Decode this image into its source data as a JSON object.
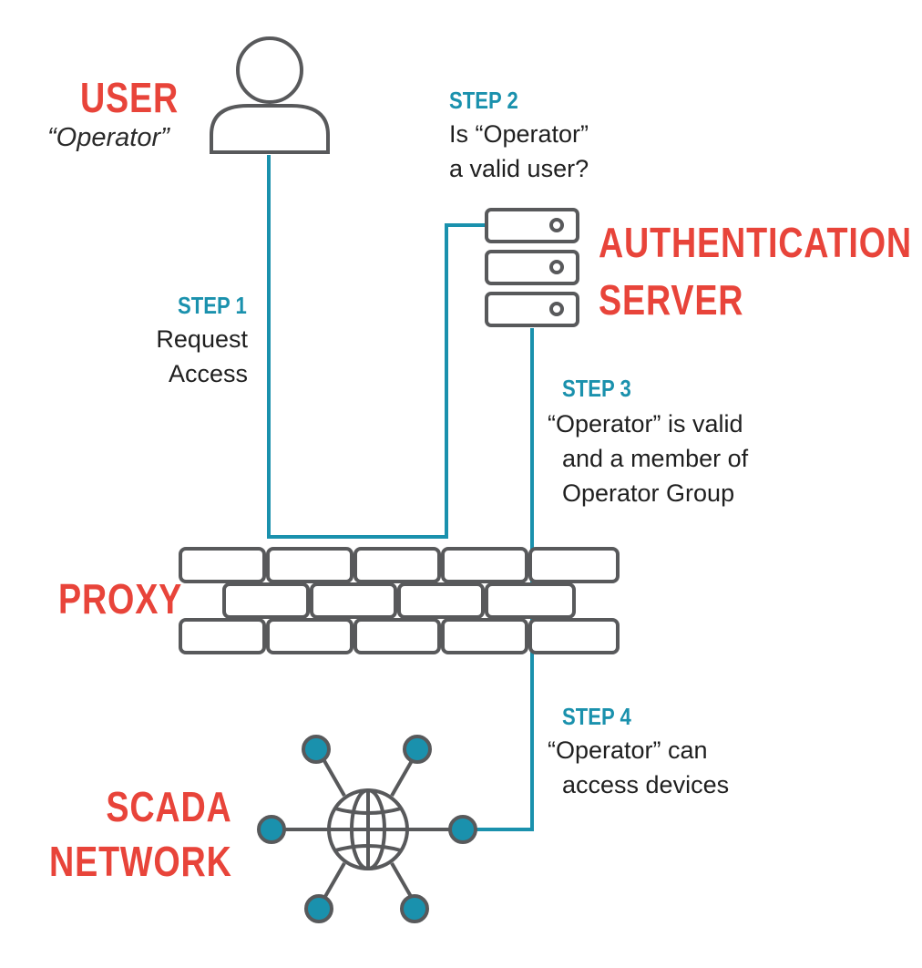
{
  "colors": {
    "accent_red": "#e8443a",
    "accent_teal": "#1a91ad",
    "icon_gray": "#58595b",
    "text_dark": "#1f1f1f"
  },
  "icons": [
    "user-icon",
    "server-icon",
    "firewall-icon",
    "network-globe-icon"
  ],
  "user": {
    "title": "USER",
    "subtitle": "“Operator”"
  },
  "auth_server": {
    "title_line1": "AUTHENTICATION",
    "title_line2": "SERVER"
  },
  "proxy": {
    "title": "PROXY"
  },
  "scada": {
    "title_line1": "SCADA",
    "title_line2": "NETWORK"
  },
  "steps": [
    {
      "label": "STEP 1",
      "lines": [
        "Request",
        "Access"
      ]
    },
    {
      "label": "STEP 2",
      "lines": [
        "Is “Operator”",
        "a valid user?"
      ]
    },
    {
      "label": "STEP 3",
      "lines": [
        "“Operator” is valid",
        "and a member of",
        "Operator Group"
      ]
    },
    {
      "label": "STEP 4",
      "lines": [
        "“Operator” can",
        "access devices"
      ]
    }
  ]
}
